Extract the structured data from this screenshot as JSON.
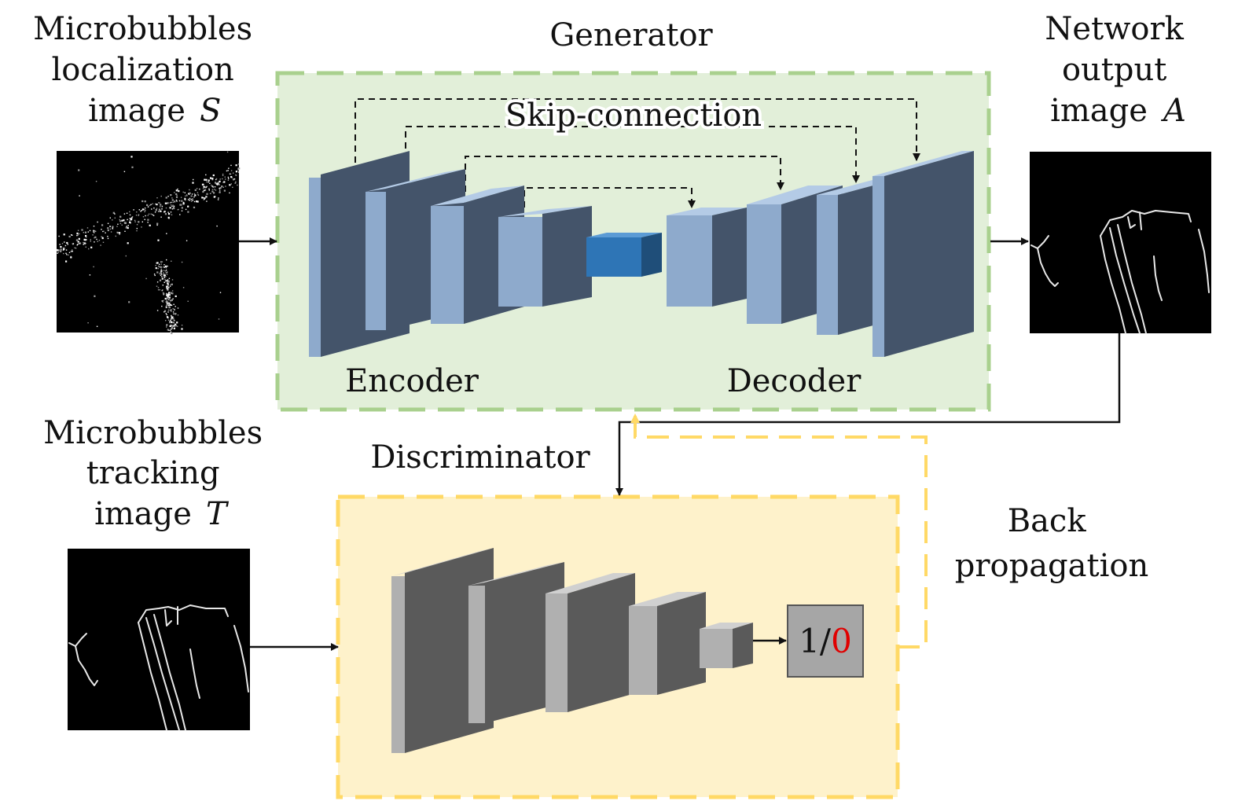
{
  "labels": {
    "input_image_title": [
      "Microbubbles",
      "localization",
      "image"
    ],
    "input_image_symbol": "S",
    "output_image_title": [
      "Network",
      "output",
      "image"
    ],
    "output_image_symbol": "A",
    "tracking_image_title": [
      "Microbubbles",
      "tracking",
      "image"
    ],
    "tracking_image_symbol": "T",
    "generator": "Generator",
    "skip_connection": "Skip-connection",
    "encoder": "Encoder",
    "decoder": "Decoder",
    "discriminator": "Discriminator",
    "back_propagation": [
      "Back",
      "propagation"
    ],
    "output_one": "1/",
    "output_zero": "0"
  },
  "colors": {
    "generator_fill": "#e2efd9",
    "generator_border": "#a9d08e",
    "discriminator_fill": "#fef2cb",
    "discriminator_border": "#ffd966",
    "encoder_front": "#8eaacc",
    "encoder_side": "#44546a",
    "bottleneck": "#2e75b6",
    "disc_front": "#b0b0b0",
    "disc_side": "#5a5a5a",
    "output_box": "#a6a6a6",
    "output_zero": "#e00000"
  }
}
